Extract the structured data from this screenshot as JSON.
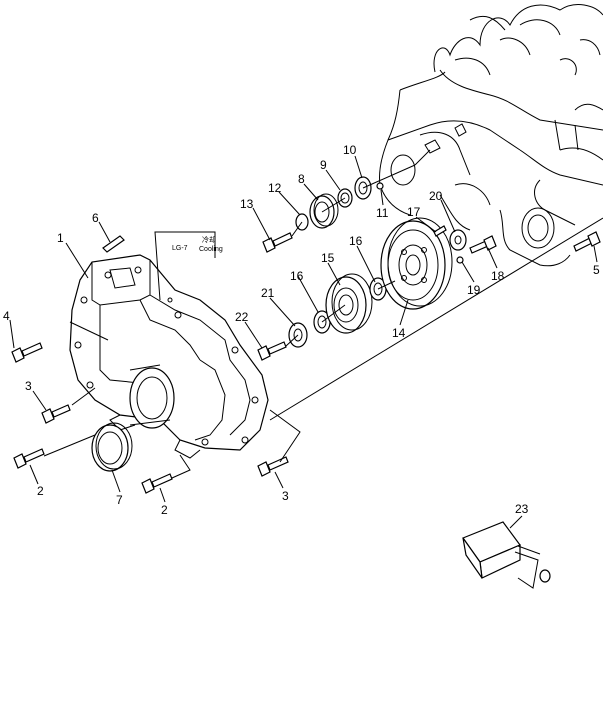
{
  "note": {
    "code": "LG-7",
    "jp": "冷却",
    "en": "Cooling"
  },
  "callouts": [
    "1",
    "2",
    "2",
    "3",
    "3",
    "4",
    "5",
    "6",
    "7",
    "8",
    "9",
    "10",
    "11",
    "12",
    "13",
    "14",
    "15",
    "16",
    "16",
    "17",
    "18",
    "19",
    "20",
    "21",
    "22",
    "23"
  ]
}
